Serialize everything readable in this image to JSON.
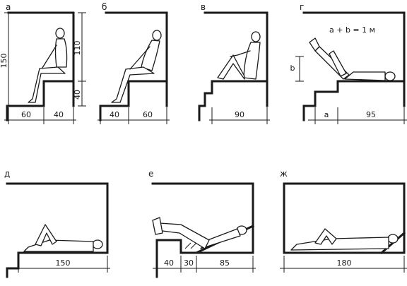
{
  "panels": {
    "a": {
      "letter": "а",
      "dim_left": "150",
      "dim_right_top": "110",
      "dim_right_bottom": "40",
      "dim_bottom_1": "60",
      "dim_bottom_2": "40"
    },
    "b": {
      "letter": "б",
      "dim_bottom_1": "40",
      "dim_bottom_2": "60"
    },
    "v": {
      "letter": "в",
      "dim_bottom_1": "90"
    },
    "g": {
      "letter": "г",
      "formula": "a + b = 1 м",
      "dim_side": "b",
      "dim_bottom_1": "a",
      "dim_bottom_2": "95"
    },
    "d": {
      "letter": "д",
      "dim_bottom_1": "150"
    },
    "e": {
      "letter": "е",
      "dim_bottom_1": "40",
      "dim_bottom_2": "30",
      "dim_bottom_3": "85"
    },
    "zh": {
      "letter": "ж",
      "dim_bottom_1": "180"
    }
  }
}
